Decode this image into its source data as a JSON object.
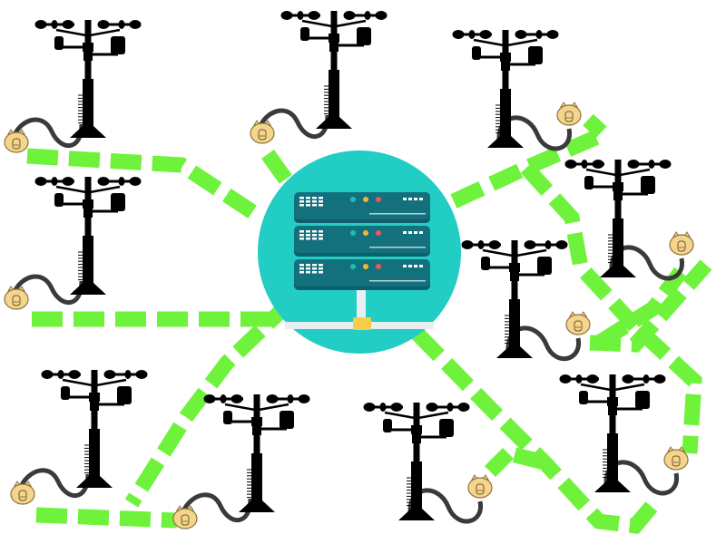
{
  "diagram": {
    "type": "network-topology",
    "hub": {
      "name": "server",
      "icon": "server-rack-icon",
      "units": 3,
      "colors": {
        "circle": "#22cdc4",
        "rack": "#12717d",
        "rack_shadow": "#0d5f69",
        "led_1": "#1cbfb4",
        "led_2": "#f2b632",
        "led_3": "#f0555a",
        "stand": "#e9eef0",
        "connector": "#f8cd4a"
      }
    },
    "node_type": {
      "icon": "weather-station-icon",
      "badge_icon": "capybara-icon",
      "cable_icon": "cable-icon",
      "colors": {
        "mast": "#000000",
        "cable": "#3a3a3a",
        "badge": "#f5d48c",
        "badge_outline": "#8a7340"
      }
    },
    "link_style": {
      "color": "#6ff23c",
      "style": "dashed"
    },
    "nodes": [
      {
        "id": "station-1"
      },
      {
        "id": "station-2"
      },
      {
        "id": "station-3"
      },
      {
        "id": "station-4"
      },
      {
        "id": "station-5"
      },
      {
        "id": "station-6"
      },
      {
        "id": "station-7"
      },
      {
        "id": "station-8"
      },
      {
        "id": "station-9"
      },
      {
        "id": "station-10"
      },
      {
        "id": "station-11"
      }
    ]
  }
}
